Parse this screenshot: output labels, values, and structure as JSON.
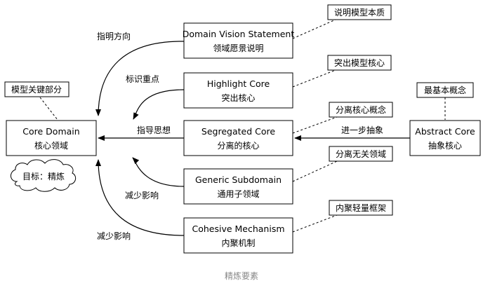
{
  "caption": "精炼要素",
  "goal_cloud": {
    "label": "目标：精炼"
  },
  "core_domain": {
    "title_en": "Core Domain",
    "title_zh": "核心领域",
    "note": "模型关键部分"
  },
  "elements": [
    {
      "id": "domain-vision-statement",
      "title_en": "Domain Vision Statement",
      "title_zh": "领域愿景说明",
      "note": "说明模型本质",
      "edge_label": "指明方向"
    },
    {
      "id": "highlight-core",
      "title_en": "Highlight Core",
      "title_zh": "突出核心",
      "note": "突出模型核心",
      "edge_label": "标识重点"
    },
    {
      "id": "segregated-core",
      "title_en": "Segregated Core",
      "title_zh": "分离的核心",
      "note": "分离核心概念",
      "edge_label": "指导思想"
    },
    {
      "id": "generic-subdomain",
      "title_en": "Generic Subdomain",
      "title_zh": "通用子领域",
      "note": "分离无关领域",
      "edge_label": "减少影响"
    },
    {
      "id": "cohesive-mechanism",
      "title_en": "Cohesive Mechanism",
      "title_zh": "内聚机制",
      "note": "内聚轻量框架",
      "edge_label": "减少影响"
    }
  ],
  "abstract_core": {
    "title_en": "Abstract Core",
    "title_zh": "抽象核心",
    "note": "最基本概念",
    "edge_label": "进一步抽象"
  }
}
